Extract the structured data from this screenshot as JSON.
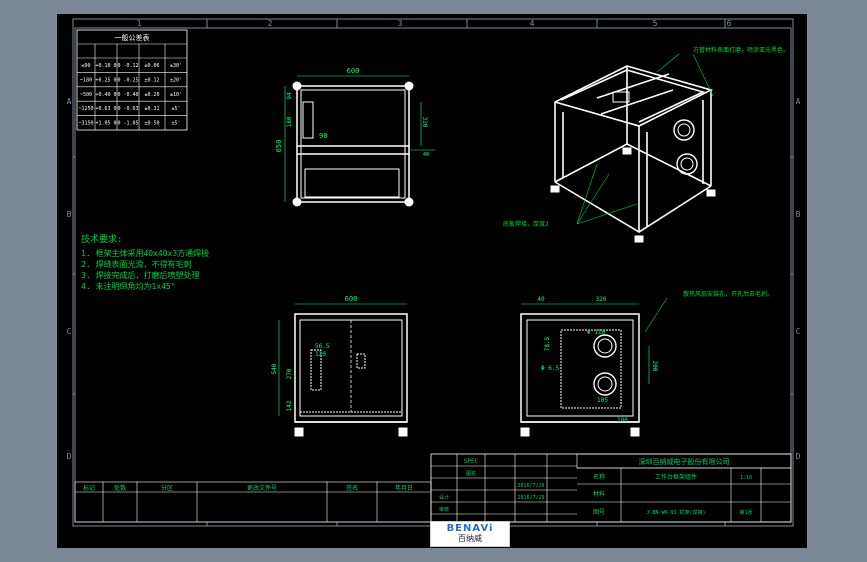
{
  "colors": {
    "background": "#7c8796",
    "paper": "#000000",
    "line": "#ffffff",
    "dimension": "#00ff7f",
    "note": "#00cc44",
    "grid": "#7f8a99",
    "title_text": "#00cc66"
  },
  "border": {
    "columns": [
      "1",
      "2",
      "3",
      "4",
      "5",
      "6"
    ],
    "rows": [
      "A",
      "B",
      "C",
      "D"
    ]
  },
  "tolerance_table": {
    "title": "一般公差表",
    "rows": [
      [
        "≤90",
        "+0.10 0",
        "0 -0.12",
        "±0.06",
        "±30'"
      ],
      [
        "~180",
        "+0.25 0",
        "0 -0.25",
        "±0.12",
        "±20'"
      ],
      [
        "~500",
        "+0.40 0",
        "0 -0.40",
        "±0.20",
        "±10'"
      ],
      [
        "~1250",
        "+0.63 0",
        "0 -0.63",
        "±0.31",
        "±5'"
      ],
      [
        "~3150",
        "+1.05 0",
        "0 -1.05",
        "±0.50",
        "±5'"
      ]
    ]
  },
  "tech_notes": {
    "title": "技术要求:",
    "lines": [
      "1. 框架主体采用40x40x3方通焊接",
      "2. 焊缝表面光滑，不得有毛刺",
      "3. 焊接完成后，打磨后喷塑处理",
      "4. 未注明倒角均为1x45°"
    ]
  },
  "annotations": {
    "top_right_note": "方管材料表面打磨，喷涂亚光黑色。",
    "middle_note": "底板焊接，厚度2",
    "right_note": "散热风扇安装孔，开孔后去毛刺。"
  },
  "dimensions": {
    "front_width": "600",
    "front_height": "650",
    "front_h1": "94",
    "front_h2": "180",
    "front_w1": "90",
    "front_right": "320",
    "front_small": "40",
    "bottom_width": "600",
    "bottom_height": "540",
    "bottom_a": "56.5",
    "bottom_b": "120",
    "bottom_c": "270",
    "bottom_d": "142",
    "side_w1": "40",
    "side_w2": "320",
    "side_hole1": "Φ 110",
    "side_hole2": "Φ 6.5",
    "side_h": "200",
    "side_v": "78.5",
    "side_b": "105",
    "side_c": "180"
  },
  "title_block": {
    "company": "深圳百纳威电子股份有限公司",
    "spec_label": "SPEC",
    "name_label": "图名",
    "material_label": "材料",
    "part_label": "名称",
    "part_name": "工作台框架组件",
    "drawing_no_label": "图号",
    "drawing_no": "J-BN-WK-01 机架(焊接)",
    "sheet": "第1张",
    "scale": "1:10",
    "date1": "2016/7/29",
    "date2": "2016/7/29",
    "designer_label": "设计",
    "checker_label": "审核",
    "revision_row": [
      "标记",
      "处数",
      "分区",
      "更改文件号",
      "签名",
      "年月日"
    ]
  },
  "logo": {
    "brand": "BENAVi",
    "chinese": "百纳威"
  }
}
